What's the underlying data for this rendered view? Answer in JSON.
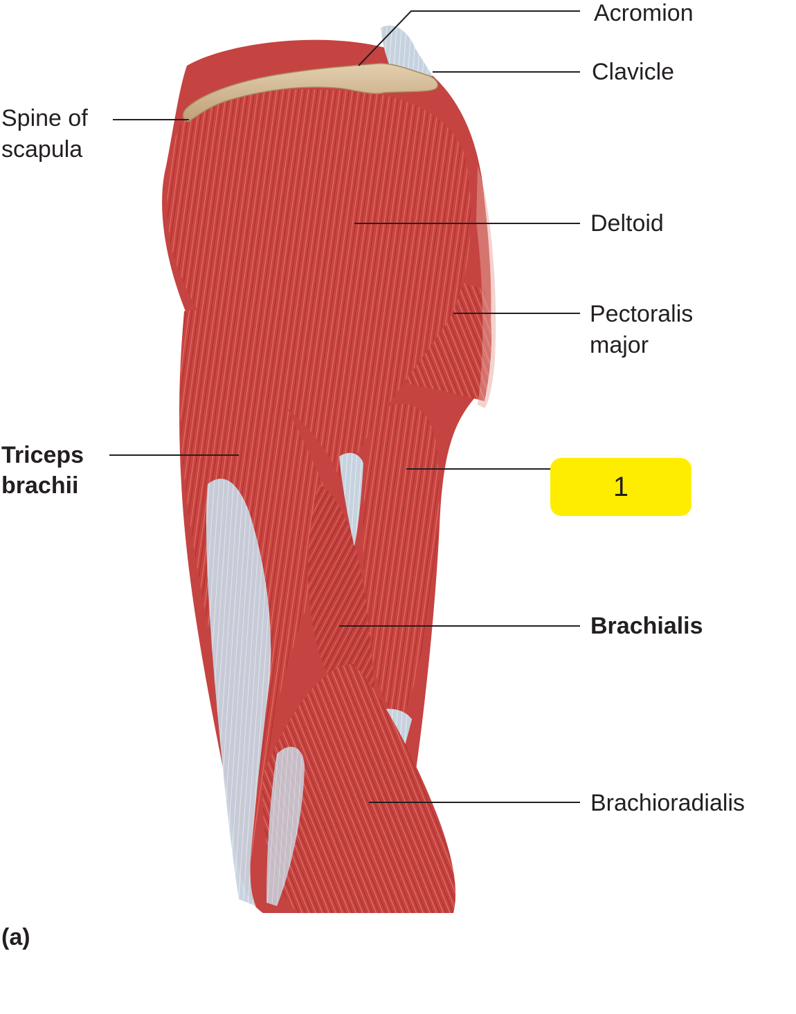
{
  "labels": {
    "acromion": "Acromion",
    "clavicle": "Clavicle",
    "spine_of_scapula_line1": "Spine of",
    "spine_of_scapula_line2": "scapula",
    "deltoid": "Deltoid",
    "pectoralis_line1": "Pectoralis",
    "pectoralis_line2": "major",
    "triceps_line1": "Triceps",
    "triceps_line2": "brachii",
    "callout_number": "1",
    "brachialis": "Brachialis",
    "brachioradialis": "Brachioradialis",
    "panel": "(a)"
  },
  "colors": {
    "muscle": "#c83f3c",
    "muscle_light": "#e07a6e",
    "tendon": "#c9d3df",
    "bone": "#d8c09a",
    "callout": "#ffed00",
    "leader_line": "#231f20"
  }
}
